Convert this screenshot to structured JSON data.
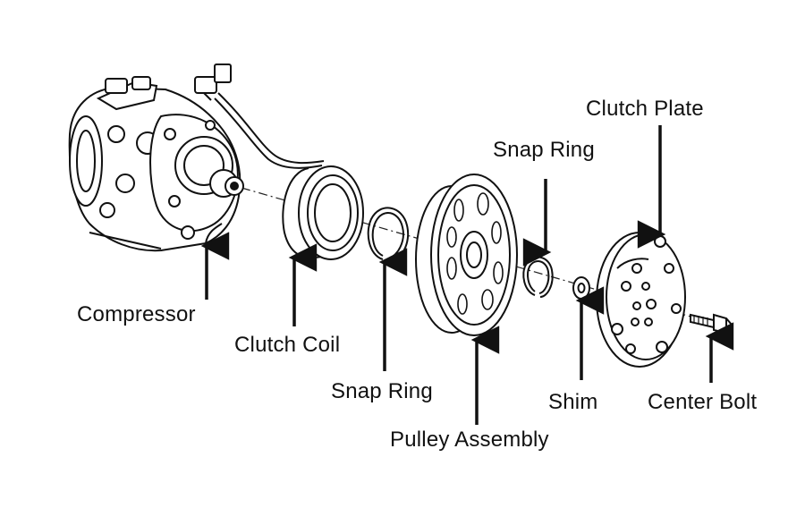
{
  "labels": {
    "compressor": "Compressor",
    "clutch_coil": "Clutch Coil",
    "snap_ring_left": "Snap Ring",
    "pulley_assembly": "Pulley Assembly",
    "snap_ring_right": "Snap Ring",
    "shim": "Shim",
    "clutch_plate": "Clutch Plate",
    "center_bolt": "Center Bolt"
  },
  "colors": {
    "ink": "#111111",
    "paper": "#ffffff"
  }
}
